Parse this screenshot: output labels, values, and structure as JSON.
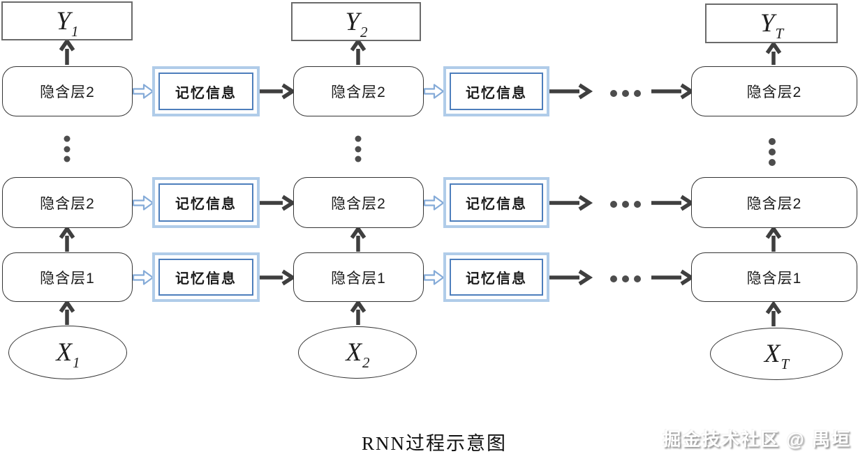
{
  "diagram": {
    "caption": "RNN过程示意图",
    "watermark": "掘金技术社区 @ 禺垣",
    "labels": {
      "hidden_layer_2": "隐含层2",
      "hidden_layer_1": "隐含层1",
      "memory": "记忆信息"
    },
    "columns": [
      {
        "output_label": "Y",
        "output_sub": "1",
        "input_label": "X",
        "input_sub": "1"
      },
      {
        "output_label": "Y",
        "output_sub": "2",
        "input_label": "X",
        "input_sub": "2"
      },
      {
        "output_label": "Y",
        "output_sub": "T",
        "input_label": "X",
        "input_sub": "T"
      }
    ],
    "colors": {
      "arrow_dark": "#3f3f3f",
      "memory_border_outer": "#b0cce9",
      "memory_border_inner": "#4d7ebc",
      "blue_arrow": "#85abd8",
      "box_border": "#333333",
      "output_box_border": "#6a6a6a"
    }
  }
}
